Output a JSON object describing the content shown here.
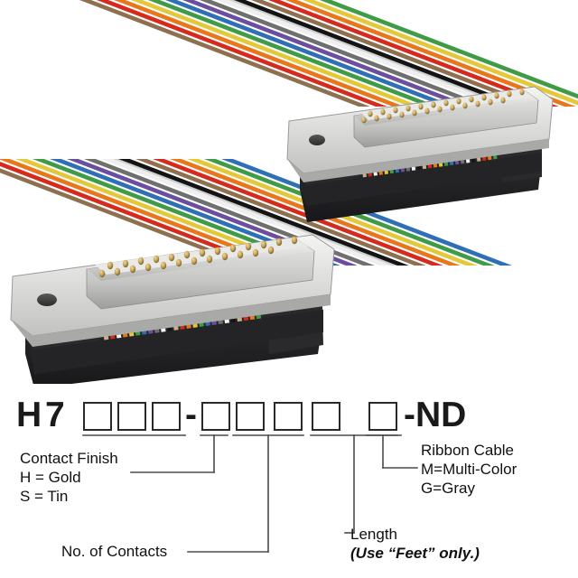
{
  "document": {
    "kind": "part-number-breakdown-diagram",
    "product": "D-Sub ribbon cable assembly with two IDC D-Sub connectors"
  },
  "part_number": {
    "prefix_chars": [
      "H",
      "7"
    ],
    "separator_dash": "-",
    "suffix": "-ND",
    "blank_boxes_group1_count": 3,
    "blank_boxes_group2_count": 5,
    "total_blank_boxes": 8
  },
  "callouts": [
    {
      "id": "contact-finish",
      "lines": [
        "Contact Finish",
        "H = Gold",
        "S = Tin"
      ]
    },
    {
      "id": "no-of-contacts",
      "lines": [
        "No. of Contacts"
      ]
    },
    {
      "id": "length",
      "lines": [
        "Length",
        "(Use “Feet” only.)"
      ]
    },
    {
      "id": "ribbon-cable",
      "lines": [
        "Ribbon Cable",
        "M=Multi-Color",
        "G=Gray"
      ]
    }
  ],
  "labels": {
    "contact_finish": "Contact Finish",
    "h_gold": "H = Gold",
    "s_tin": "S = Tin",
    "no_of_contacts": "No. of Contacts",
    "length": "Length",
    "feet_only": "(Use “Feet” only.)",
    "ribbon_cable": "Ribbon Cable",
    "m_multi_color": "M=Multi-Color",
    "g_gray": "G=Gray"
  },
  "photo": {
    "description": "Two gray/black D-Sub 25-position IDC connectors terminated onto multi-color rainbow ribbon cable, shown at an angle on a white background.",
    "connector_count": 2,
    "pins_per_connector": 25,
    "ribbon_conductor_count": 26,
    "ribbon_color_sequence": [
      "#8e6f4e",
      "#d52b1e",
      "#e8761b",
      "#e3c93a",
      "#3f9b46",
      "#2f6fb5",
      "#6b4ea0",
      "#6b6b6b",
      "#f2f2f2",
      "#111111",
      "#8e6f4e",
      "#d52b1e",
      "#e8761b",
      "#e3c93a",
      "#3f9b46",
      "#2f6fb5",
      "#6b4ea0",
      "#6b6b6b",
      "#f2f2f2",
      "#111111",
      "#8e6f4e",
      "#d52b1e",
      "#e8761b",
      "#e3c93a",
      "#3f9b46",
      "#2f6fb5"
    ],
    "connector_colors": {
      "shell_light": "#d9d9d7",
      "shell_mid": "#b9b9b7",
      "shell_dark": "#8f8f8d",
      "body_black": "#2e2e30",
      "body_black_dark": "#202022",
      "pin_gold": "#c9a658",
      "pin_gold_dark": "#8a7035"
    }
  },
  "colors": {
    "ink": "#111111",
    "line": "#3a3a3a",
    "box_stroke": "#2a2a2a",
    "background": "#ffffff"
  }
}
